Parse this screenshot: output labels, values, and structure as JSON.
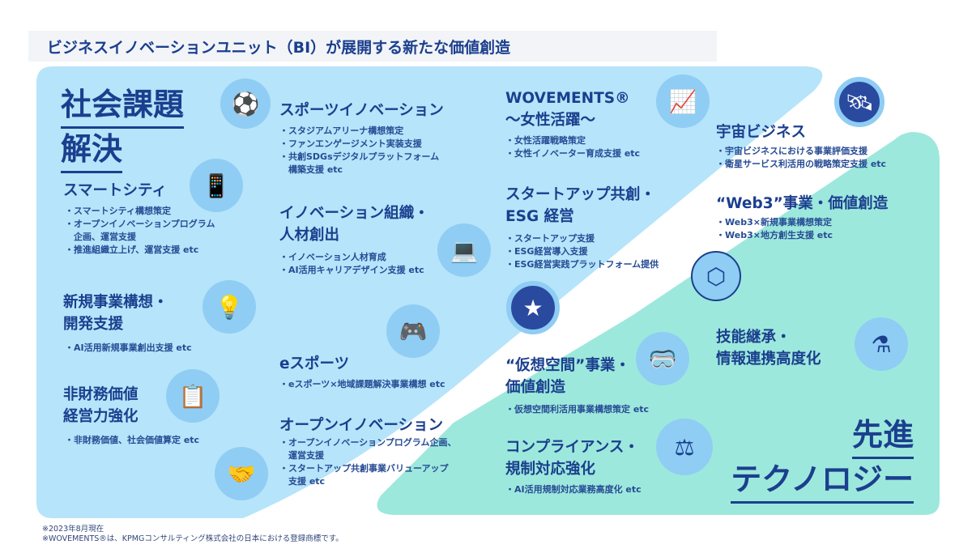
{
  "title": "ビジネスイノベーションユニット（BI）が展開する新たな価値創造",
  "colors": {
    "social": "#b6e4fa",
    "tech": "#9de8dc",
    "text": "#1b3f8e"
  },
  "social": {
    "heading_line1": "社会課題",
    "heading_line2": "解決"
  },
  "tech": {
    "heading_line1": "先進",
    "heading_line2": "テクノロジー"
  },
  "sections": [
    {
      "title": [
        "スマートシティ"
      ],
      "items": [
        "・スマートシティ構想策定",
        "・オープンイノベーションプログラム",
        "　企画、運営支援",
        "・推進組織立上げ、運営支援 etc"
      ]
    },
    {
      "title": [
        "新規事業構想・",
        "開発支援"
      ],
      "items": [
        "・AI活用新規事業創出支援 etc"
      ]
    },
    {
      "title": [
        "非財務価値",
        "経営力強化"
      ],
      "items": [
        "・非財務価値、社会価値算定 etc"
      ]
    },
    {
      "title": [
        "スポーツイノベーション"
      ],
      "items": [
        "・スタジアムアリーナ構想策定",
        "・ファンエンゲージメント実装支援",
        "・共創SDGsデジタルプラットフォーム",
        "　構築支援 etc"
      ]
    },
    {
      "title": [
        "イノベーション組織・",
        "人材創出"
      ],
      "items": [
        "・イノベーション人材育成",
        "・AI活用キャリアデザイン支援 etc"
      ]
    },
    {
      "title": [
        "eスポーツ"
      ],
      "items": [
        "・eスポーツ×地域課題解決事業構想 etc"
      ]
    },
    {
      "title": [
        "オープンイノベーション"
      ],
      "items": [
        "・オープンイノベーションプログラム企画、",
        "　運営支援",
        "・スタートアップ共創事業バリューアップ",
        "　支援 etc"
      ]
    },
    {
      "title": [
        "WOVEMENTS®",
        "〜女性活躍〜"
      ],
      "items": [
        "・女性活躍戦略策定",
        "・女性イノベーター育成支援 etc"
      ]
    },
    {
      "title": [
        "スタートアップ共創・",
        "ESG 経営"
      ],
      "items": [
        "・スタートアップ支援",
        "・ESG経営導入支援",
        "・ESG経営実践プラットフォーム提供"
      ]
    },
    {
      "title": [
        "“仮想空間”事業・",
        "価値創造"
      ],
      "items": [
        "・仮想空間利活用事業構想策定 etc"
      ]
    },
    {
      "title": [
        "コンプライアンス・",
        "規制対応強化"
      ],
      "items": [
        "・AI活用規制対応業務高度化 etc"
      ]
    },
    {
      "title": [
        "宇宙ビジネス"
      ],
      "items": [
        "・宇宙ビジネスにおける事業評価支援",
        "・衛星サービス利活用の戦略策定支援 etc"
      ]
    },
    {
      "title": [
        "“Web3”事業・価値創造"
      ],
      "items": [
        "・Web3×新規事業構想策定",
        "・Web3×地方創生支援 etc"
      ]
    },
    {
      "title": [
        "技能継承・",
        "情報連携高度化"
      ],
      "items": []
    }
  ],
  "icons": [
    "soccer-player-icon",
    "drone-smartcity-icon",
    "lightbulb-business-icon",
    "checklist-document-icon",
    "remote-worker-icon",
    "esports-controller-icon",
    "open-innovation-handshake-icon",
    "woman-presenter-icon",
    "star-flag-icon",
    "vr-headset-icon",
    "scales-icon",
    "satellite-icon",
    "network-hexagon-icon",
    "flask-growth-icon"
  ],
  "footnotes": [
    "※2023年8月現在",
    "※WOVEMENTS®は、KPMGコンサルティング株式会社の日本における登録商標です。"
  ]
}
